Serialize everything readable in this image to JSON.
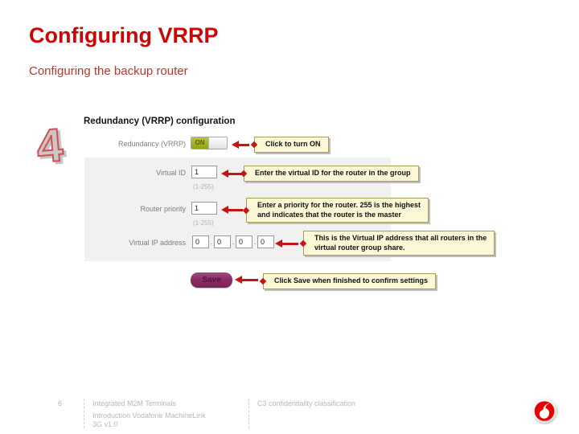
{
  "slide": {
    "title": "Configuring VRRP",
    "subtitle": "Configuring the backup router",
    "step_number": "4"
  },
  "colors": {
    "title_red": "#cc0606",
    "subtitle_red": "#b23a31",
    "annotation_red": "#c41414",
    "callout_bg": "#fcf8d5",
    "callout_border": "#a59d58",
    "toggle_on_green": "#a4ae1e",
    "save_button_purple": "#8c2f63",
    "panel_gray": "#f1f1f1",
    "logo_red": "#e60000"
  },
  "config_panel": {
    "heading": "Redundancy (VRRP) configuration",
    "toggle": {
      "label": "Redundancy (VRRP)",
      "state": "ON"
    },
    "fields": [
      {
        "label": "Virtual ID",
        "value": "1",
        "hint": "(1-255)"
      },
      {
        "label": "Router priority",
        "value": "1",
        "hint": "(1-255)"
      }
    ],
    "ip_field": {
      "label": "Virtual IP address",
      "octets": [
        "0",
        "0",
        "0",
        "0"
      ],
      "separator": "."
    },
    "save_label": "Save"
  },
  "callouts": [
    {
      "line1": "Click to turn ON"
    },
    {
      "line1": "Enter the virtual ID for the router in the group"
    },
    {
      "line1": "Enter a priority for the router. 255 is the highest",
      "line2": "and indicates that the router is the master"
    },
    {
      "line1": "This is the Virtual IP address that all routers in the",
      "line2": "virtual router group share."
    },
    {
      "line1": "Click Save when finished to confirm settings"
    }
  ],
  "footer": {
    "page_number": "6",
    "doc_title": "Integrated M2M Terminals",
    "doc_subtitle_line1": "Introduction Vodafone MachineLink",
    "doc_subtitle_line2": "3G v1.0",
    "classification": "C3 confidentiality classification"
  }
}
